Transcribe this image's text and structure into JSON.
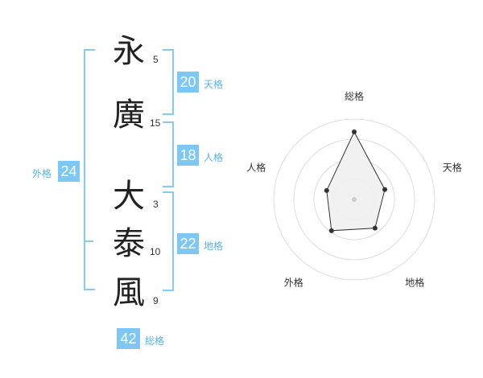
{
  "name": [
    {
      "char": "永",
      "strokes": "5"
    },
    {
      "char": "廣",
      "strokes": "15"
    },
    {
      "char": "大",
      "strokes": "3"
    },
    {
      "char": "泰",
      "strokes": "10"
    },
    {
      "char": "風",
      "strokes": "9"
    }
  ],
  "kaku": {
    "tenkaku": {
      "value": "20",
      "label": "天格"
    },
    "jinkaku": {
      "value": "18",
      "label": "人格"
    },
    "chikaku": {
      "value": "22",
      "label": "地格"
    },
    "gaikaku": {
      "value": "24",
      "label": "外格"
    },
    "soukaku": {
      "value": "42",
      "label": "総格"
    }
  },
  "colors": {
    "accent": "#7cc7f3",
    "bracket": "#86c9f1"
  },
  "chart_data": {
    "type": "radar",
    "axes": [
      "総格",
      "天格",
      "地格",
      "外格",
      "人格"
    ],
    "values": [
      42,
      20,
      22,
      24,
      18
    ],
    "rings": 4
  }
}
